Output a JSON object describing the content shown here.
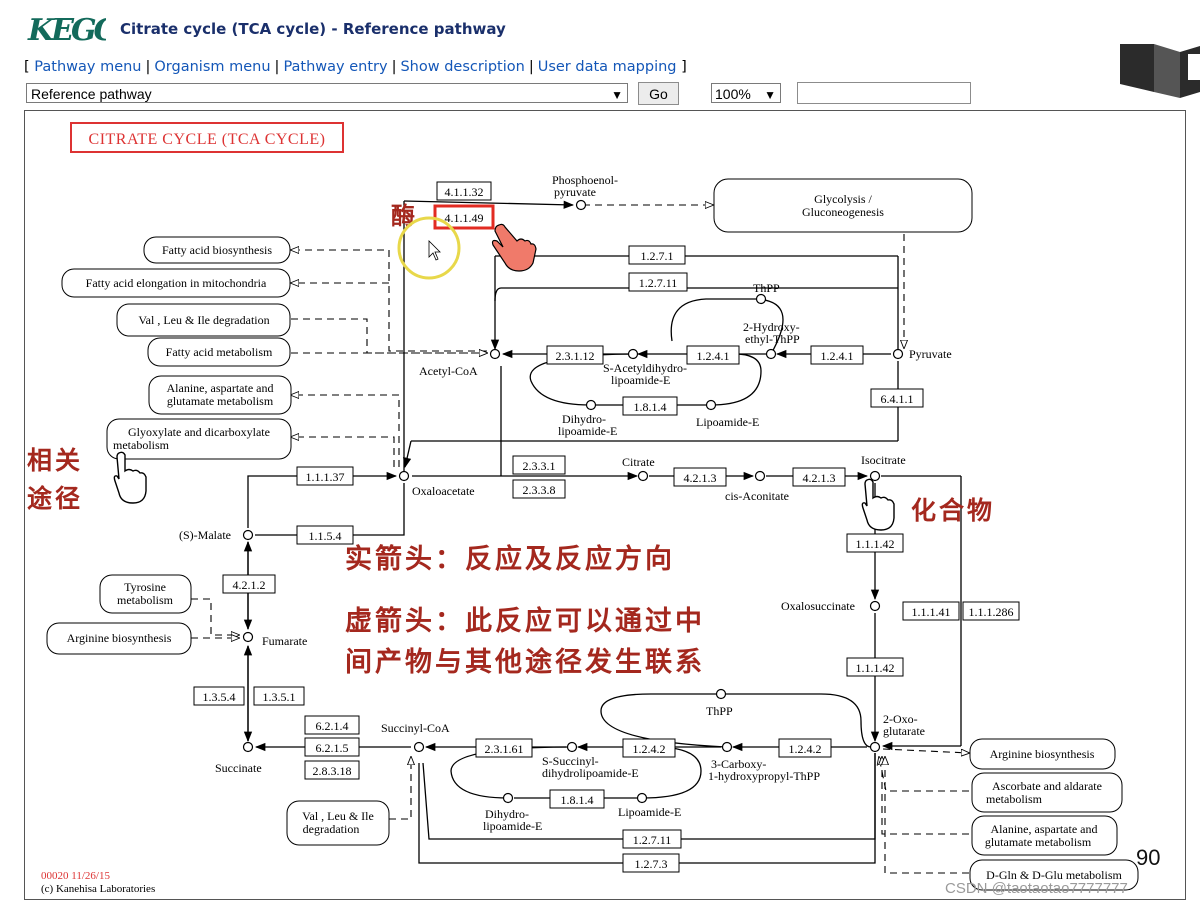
{
  "header": {
    "logo_text": "KEGG",
    "title": "Citrate cycle (TCA cycle) - Reference pathway"
  },
  "nav": {
    "open_bracket": "[",
    "close_bracket": "]",
    "links": [
      "Pathway menu",
      "Organism menu",
      "Pathway entry",
      "Show description",
      "User data mapping"
    ]
  },
  "toolbar": {
    "organism_select": "Reference pathway",
    "go_label": "Go",
    "zoom_select": "100%",
    "search_value": ""
  },
  "map": {
    "map_title": "CITRATE CYCLE (TCA CYCLE)",
    "enzymes": {
      "e4_1_1_32": "4.1.1.32",
      "e4_1_1_49": "4.1.1.49",
      "e1_2_7_1": "1.2.7.1",
      "e1_2_7_11_top": "1.2.7.11",
      "e2_3_1_12": "2.3.1.12",
      "e1_2_4_1_a": "1.2.4.1",
      "e1_2_4_1_b": "1.2.4.1",
      "e1_8_1_4_top": "1.8.1.4",
      "e6_4_1_1": "6.4.1.1",
      "e2_3_3_1": "2.3.3.1",
      "e2_3_3_8": "2.3.3.8",
      "e4_2_1_3_a": "4.2.1.3",
      "e4_2_1_3_b": "4.2.1.3",
      "e1_1_1_37": "1.1.1.37",
      "e1_1_5_4": "1.1.5.4",
      "e4_2_1_2": "4.2.1.2",
      "e1_1_1_42_a": "1.1.1.42",
      "e1_1_1_42_b": "1.1.1.42",
      "e1_1_1_41": "1.1.1.41",
      "e1_1_1_286": "1.1.1.286",
      "e1_3_5_4": "1.3.5.4",
      "e1_3_5_1": "1.3.5.1",
      "e6_2_1_4": "6.2.1.4",
      "e6_2_1_5": "6.2.1.5",
      "e2_8_3_18": "2.8.3.18",
      "e2_3_1_61": "2.3.1.61",
      "e1_2_4_2_a": "1.2.4.2",
      "e1_2_4_2_b": "1.2.4.2",
      "e1_8_1_4_bottom": "1.8.1.4",
      "e1_2_7_11_bottom": "1.2.7.11",
      "e1_2_7_3": "1.2.7.3"
    },
    "compounds": {
      "pep_line1": "Phosphoenol-",
      "pep_line2": "pyruvate",
      "pyruvate": "Pyruvate",
      "acetyl_coa": "Acetyl-CoA",
      "thpp_top": "ThPP",
      "hydroxyethyl_line1": "2-Hydroxy-",
      "hydroxyethyl_line2": "ethyl-ThPP",
      "s_acetyl_line1": "S-Acetyldihydro-",
      "s_acetyl_line2": "lipoamide-E",
      "dihydro_top_line1": "Dihydro-",
      "dihydro_top_line2": "lipoamide-E",
      "lipoamide_top": "Lipoamide-E",
      "oxaloacetate": "Oxaloacetate",
      "citrate": "Citrate",
      "cis_aconitate": "cis-Aconitate",
      "isocitrate": "Isocitrate",
      "malate": "(S)-Malate",
      "fumarate": "Fumarate",
      "oxalosuccinate": "Oxalosuccinate",
      "oxoglutarate_line1": "2-Oxo-",
      "oxoglutarate_line2": "glutarate",
      "succinate": "Succinate",
      "succinyl_coa": "Succinyl-CoA",
      "thpp_bottom": "ThPP",
      "carboxy_line1": "3-Carboxy-",
      "carboxy_line2": "1-hydroxypropyl-ThPP",
      "s_succinyl_line1": "S-Succinyl-",
      "s_succinyl_line2": "dihydrolipoamide-E",
      "dihydro_bottom_line1": "Dihydro-",
      "dihydro_bottom_line2": "lipoamide-E",
      "lipoamide_bottom": "Lipoamide-E"
    },
    "pathways": {
      "glycolysis_line1": "Glycolysis /",
      "glycolysis_line2": "Gluconeogenesis",
      "fatty_acid_biosynthesis": "Fatty acid biosynthesis",
      "fatty_acid_elongation": "Fatty acid elongation in mitochondria",
      "val_leu_ile_top": "Val , Leu & Ile degradation",
      "fatty_acid_metabolism": "Fatty acid metabolism",
      "alanine_left_line1": "Alanine, aspartate and",
      "alanine_left_line2": "glutamate metabolism",
      "glyoxylate_line1": "Glyoxylate and dicarboxylate",
      "glyoxylate_line2": "metabolism",
      "tyrosine_line1": "Tyrosine",
      "tyrosine_line2": "metabolism",
      "arginine_left": "Arginine biosynthesis",
      "val_leu_ile_bottom_line1": "Val , Leu & Ile",
      "val_leu_ile_bottom_line2": "degradation",
      "arginine_right": "Arginine biosynthesis",
      "ascorbate_line1": "Ascorbate and aldarate",
      "ascorbate_line2": "metabolism",
      "alanine_right_line1": "Alanine, aspartate and",
      "alanine_right_line2": "glutamate metabolism",
      "dgln": "D-Gln & D-Glu metabolism"
    },
    "footer_code": "00020 11/26/15",
    "footer_copyright": "(c) Kanehisa Laboratories"
  },
  "annotations": {
    "enzyme_label": "酶",
    "related_line1": "相关",
    "related_line2": "途径",
    "compound_label": "化合物",
    "solid_arrow_note": "实箭头：反应及反应方向",
    "dashed_arrow_note_line1": "虚箭头：此反应可以通过中",
    "dashed_arrow_note_line2": "间产物与其他途径发生联系"
  },
  "overlay": {
    "slide_number": "90",
    "watermark": "CSDN @taotaotao7777777"
  },
  "colors": {
    "title_blue": "#1a2f6b",
    "link_blue": "#1457b8",
    "annotation_red": "#a4281e",
    "highlight_red": "#e22b22",
    "cursor_circle": "#e8d84a"
  }
}
